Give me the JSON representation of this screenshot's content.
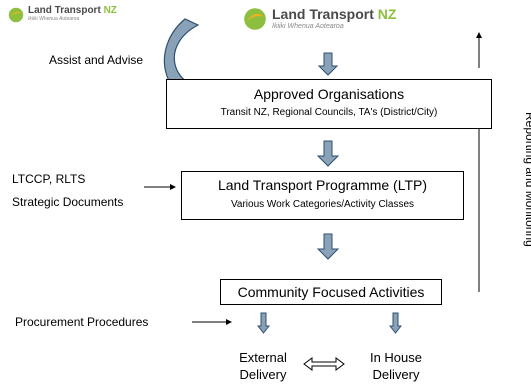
{
  "logos": {
    "small": {
      "brand": "Land Transport",
      "brand_suffix": "NZ",
      "tagline": "Ikiiki Whenua Aotearoa"
    },
    "main": {
      "brand": "Land Transport",
      "brand_suffix": "NZ",
      "tagline": "Ikiiki Whenua Aotearoa"
    }
  },
  "labels": {
    "assist": "Assist and Advise",
    "ltccp": "LTCCP, RLTS",
    "strategic": "Strategic Documents",
    "procurement": "Procurement Procedures",
    "reporting": "Reporting and Monitoring"
  },
  "boxes": {
    "approved": {
      "title": "Approved Organisations",
      "subtitle": "Transit NZ, Regional Councils, TA's (District/City)"
    },
    "ltp": {
      "title": "Land Transport Programme (LTP)",
      "subtitle": "Various Work Categories/Activity Classes"
    },
    "community": {
      "title": "Community Focused Activities"
    }
  },
  "delivery": {
    "external_line1": "External",
    "external_line2": "Delivery",
    "inhouse_line1": "In House",
    "inhouse_line2": "Delivery"
  },
  "colors": {
    "arrow_fill": "#8aa2b8",
    "arrow_stroke": "#2f4f6f",
    "logo_green": "#8dbf3f",
    "logo_yellow": "#f2b11b"
  }
}
